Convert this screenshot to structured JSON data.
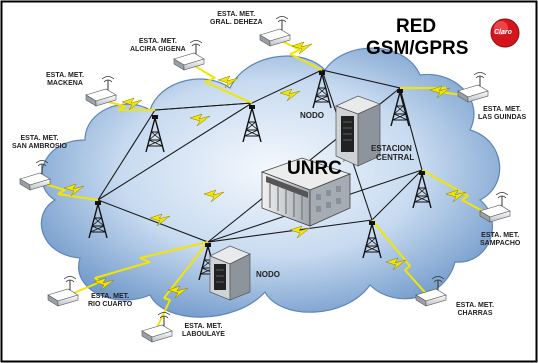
{
  "title": {
    "line1": "RED",
    "line2": "GSM/GPRS"
  },
  "logo": {
    "text": "Claro",
    "color": "#d4161c"
  },
  "center": {
    "building_label": "UNRC",
    "station_label_1": "ESTACION",
    "station_label_2": "CENTRAL"
  },
  "nodes": [
    {
      "id": "nodo-top",
      "label": "NODO"
    },
    {
      "id": "nodo-bottom",
      "label": "NODO"
    }
  ],
  "stations": [
    {
      "id": "gral-deheza",
      "line1": "ESTA. MET.",
      "line2": "GRAL. DEHEZA"
    },
    {
      "id": "alcira-gigena",
      "line1": "ESTA. MET.",
      "line2": "ALCIRA GIGENA"
    },
    {
      "id": "mackena",
      "line1": "ESTA. MET.",
      "line2": "MACKENA"
    },
    {
      "id": "san-ambrosio",
      "line1": "ESTA. MET.",
      "line2": "SAN AMBROSIO"
    },
    {
      "id": "las-guindas",
      "line1": "ESTA. MET.",
      "line2": "LAS GUINDAS"
    },
    {
      "id": "sampacho",
      "line1": "ESTA. MET.",
      "line2": "SAMPACHO"
    },
    {
      "id": "charras",
      "line1": "ESTA. MET.",
      "line2": "CHARRAS"
    },
    {
      "id": "rio-cuarto",
      "line1": "ESTA. MET.",
      "line2": "RIO CUARTO"
    },
    {
      "id": "laboulaye",
      "line1": "ESTA. MET.",
      "line2": "LABOULAYE"
    }
  ],
  "colors": {
    "cloud_light": "#e8f1fb",
    "cloud_dark": "#7da6d6",
    "link": "#1a1a1a",
    "lightning": "#f2e600",
    "border": "#000000"
  }
}
